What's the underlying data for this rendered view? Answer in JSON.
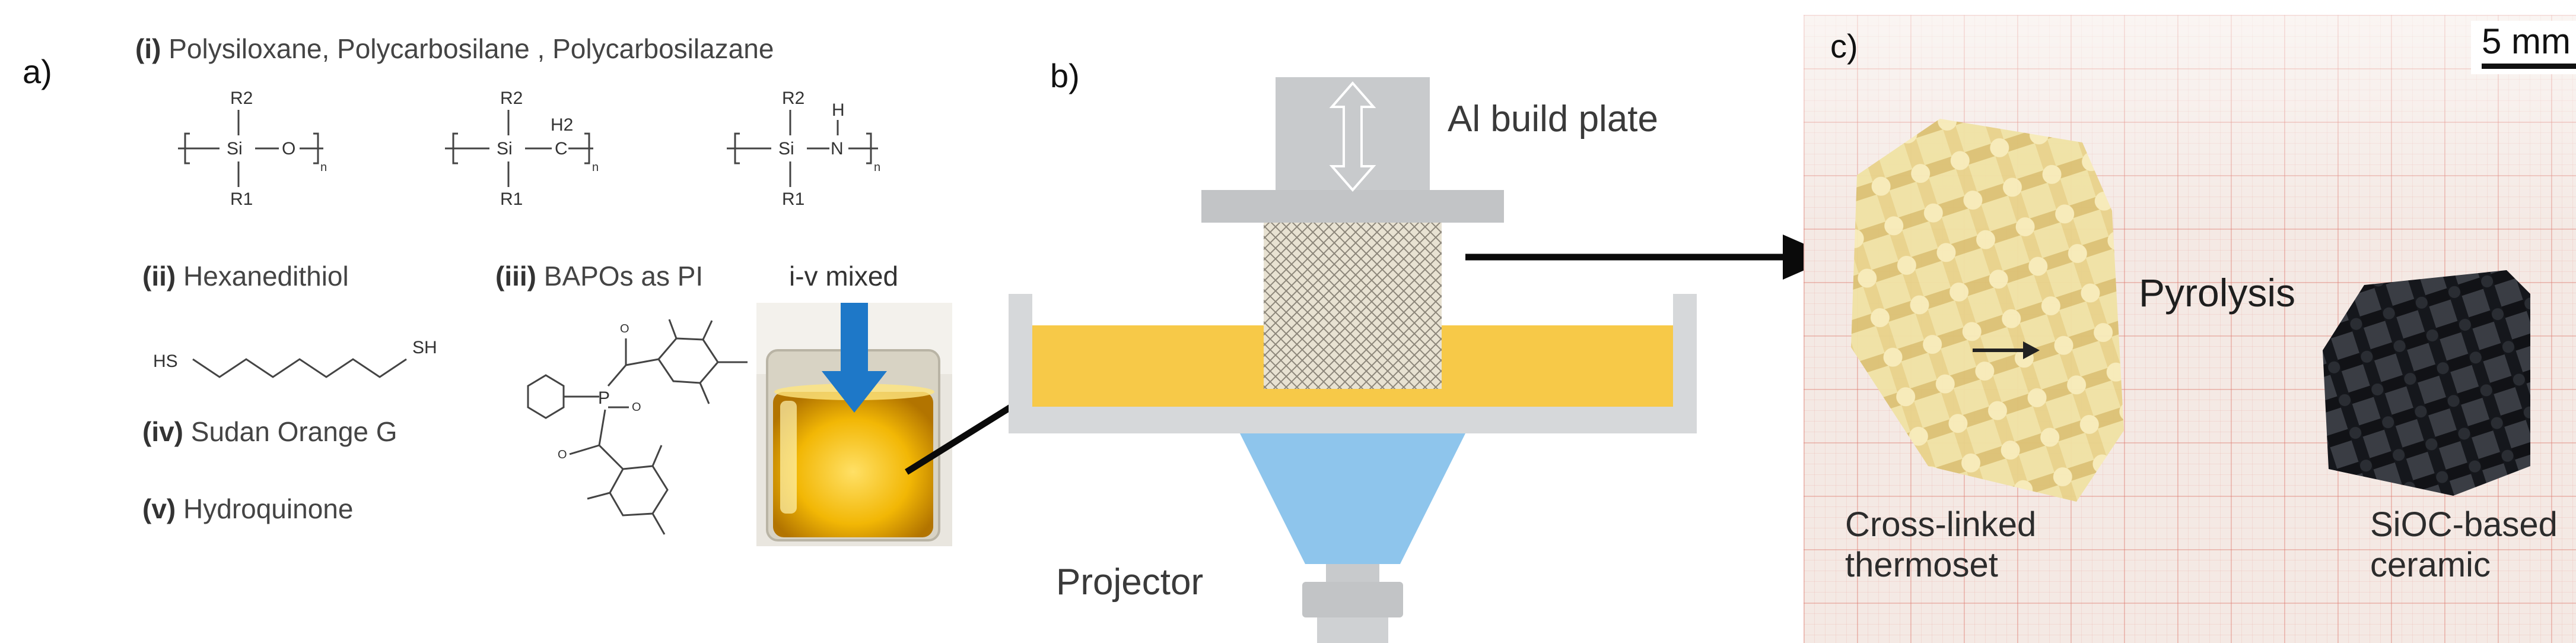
{
  "panel_a": {
    "label": "a)",
    "item_i": {
      "num": "(i)",
      "text": "Polysiloxane,  Polycarbosilane , Polycarbosilazane"
    },
    "structures": {
      "siloxane": {
        "r2": "R2",
        "si": "Si",
        "o": "O",
        "r1": "R1",
        "n": "n"
      },
      "carbosilane": {
        "r2": "R2",
        "si": "Si",
        "h2": "H2",
        "c": "C",
        "r1": "R1",
        "n": "n"
      },
      "silazane": {
        "r2": "R2",
        "si": "Si",
        "h": "H",
        "n_atom": "N",
        "r1": "R1",
        "n": "n"
      }
    },
    "item_ii": {
      "num": "(ii)",
      "text": "Hexanedithiol"
    },
    "item_iii": {
      "num": "(iii)",
      "text": "BAPOs as PI"
    },
    "mixed_label": "i-v mixed",
    "thiol": {
      "hs": "HS",
      "sh": "SH"
    },
    "bapo": {
      "p": "P",
      "o1": "O",
      "o2": "O",
      "o3": "O"
    },
    "item_iv": {
      "num": "(iv)",
      "text": "Sudan Orange G"
    },
    "item_v": {
      "num": "(v)",
      "text": "Hydroquinone"
    }
  },
  "panel_b": {
    "label": "b)",
    "build_plate": "Al build plate",
    "projector": "Projector"
  },
  "panel_c": {
    "label": "c)",
    "scale": "5 mm",
    "pyrolysis": "Pyrolysis",
    "left_caption_1": "Cross-linked",
    "left_caption_2": "thermoset",
    "right_caption_1": "SiOC-based",
    "right_caption_2": "ceramic"
  },
  "colors": {
    "resin": "#f7c948",
    "projector_beam": "#8ec5ec",
    "vat": "#d6d8da",
    "plate": "#c8cacc",
    "arrow_blue": "#1e78c8",
    "thermoset": "#ead58a",
    "ceramic": "#15171c"
  }
}
